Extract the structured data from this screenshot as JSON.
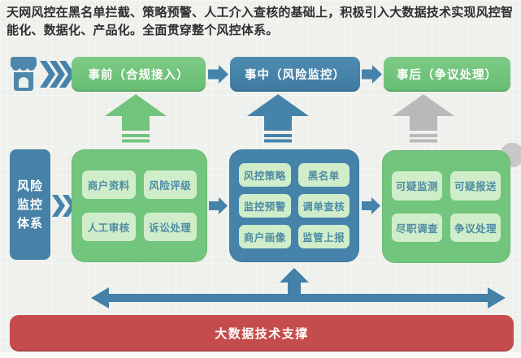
{
  "intro": {
    "text": "天网风控在黑名单拦截、策略预警、人工介入查核的基础上，积极引入大数据技术实现风控智能化、数据化、产品化。全面贯穿整个风控体系。"
  },
  "stages": [
    {
      "label": "事前（合规接入）"
    },
    {
      "label": "事中（风险监控）"
    },
    {
      "label": "事后（争议处理）"
    }
  ],
  "pillar": {
    "label": "风险监控体系"
  },
  "groups": [
    {
      "items": [
        "商户资料",
        "风险评级",
        "人工审核",
        "诉讼处理"
      ]
    },
    {
      "items": [
        "风控策略",
        "黑名单",
        "监控预警",
        "调单查核",
        "商户画像",
        "监管上报"
      ]
    },
    {
      "items": [
        "可疑监测",
        "可疑报送",
        "尽职调查",
        "争议处理"
      ]
    }
  ],
  "footer": {
    "label": "大数据技术支撑"
  },
  "icons": {
    "storefront": "shop-front",
    "triple_chevron": "»»»",
    "double_chevron": "»»",
    "right_arrow": "➡",
    "up_arrow": "⬆",
    "double_arrow": "↔"
  },
  "colors": {
    "green": "#72c57d",
    "steel_blue": "#4583ab",
    "chip_bg": "#d0edca",
    "chip_text": "#4e8ba4",
    "red": "#c54c4c",
    "gray_arrow": "#b9b9b9",
    "background": "#eef0ec"
  }
}
